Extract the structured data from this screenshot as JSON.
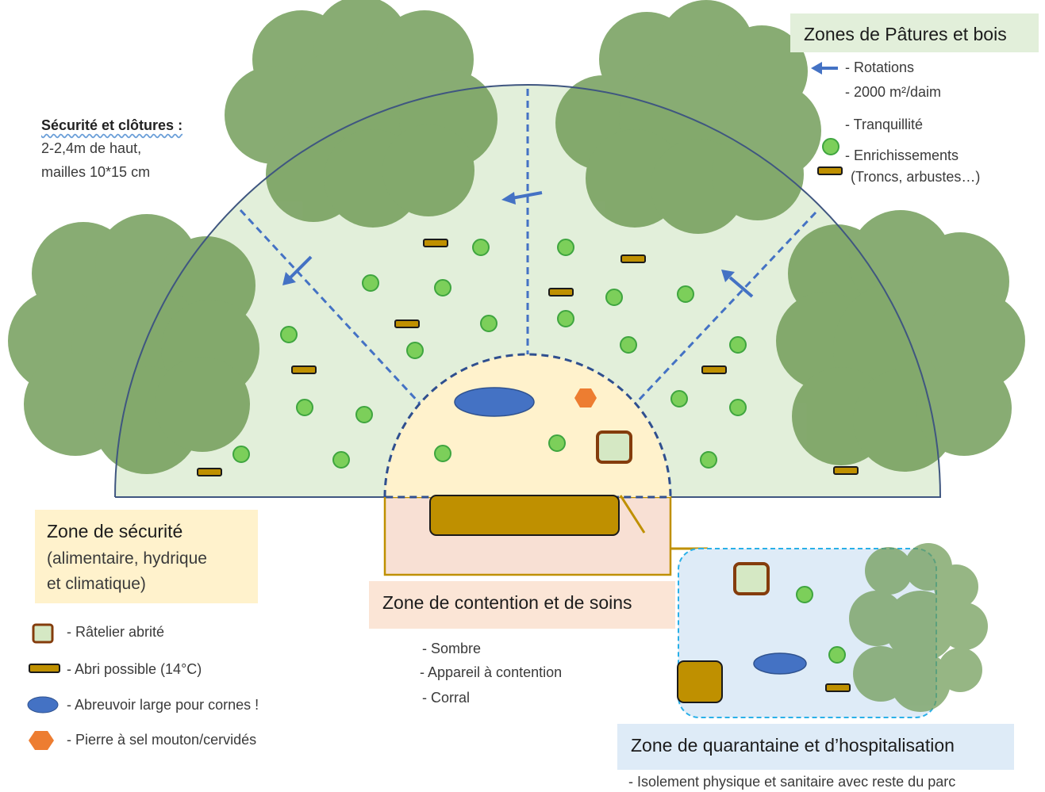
{
  "securite_clotures": {
    "title": "Sécurité et clôtures :",
    "line1": "2-2,4m de haut,",
    "line2": "mailles 10*15 cm"
  },
  "zones_paturage": {
    "title": "Zones de Pâtures et bois",
    "rotations": "- Rotations",
    "surface": "- 2000 m²/daim",
    "tranquillite": "- Tranquillité",
    "enrichissements": "- Enrichissements",
    "enrichissements_detail": "(Troncs, arbustes…)"
  },
  "zone_securite": {
    "title": "Zone de sécurité",
    "line1": "(alimentaire, hydrique",
    "line2": "et climatique)"
  },
  "legend": {
    "ratelier": "- Râtelier abrité",
    "abri": "- Abri possible (14°C)",
    "abreuvoir": "- Abreuvoir large pour cornes !",
    "pierre": "- Pierre à sel mouton/cervidés"
  },
  "zone_contention": {
    "title": "Zone de contention et de soins",
    "item1": "- Sombre",
    "item2": "- Appareil à contention",
    "item3": "- Corral"
  },
  "zone_quarantaine": {
    "title": "Zone de quarantaine et d’hospitalisation",
    "item1": "- Isolement physique et sanitaire avec reste du parc"
  },
  "colors": {
    "pasture_fill": "#e2efda",
    "security_fill": "#fff2cc",
    "contention_fill": "#f8e0d4",
    "quarantine_fill": "#deebf7",
    "tree_fill": "#6f9a55",
    "fence_line": "#3f5680",
    "arrow_blue": "#4472c4",
    "circle_green": "#7ccf5a",
    "log_fill": "#bf9000",
    "water_blue": "#4472c4",
    "salt_orange": "#ed7d31",
    "rack_border": "#843c0c"
  }
}
